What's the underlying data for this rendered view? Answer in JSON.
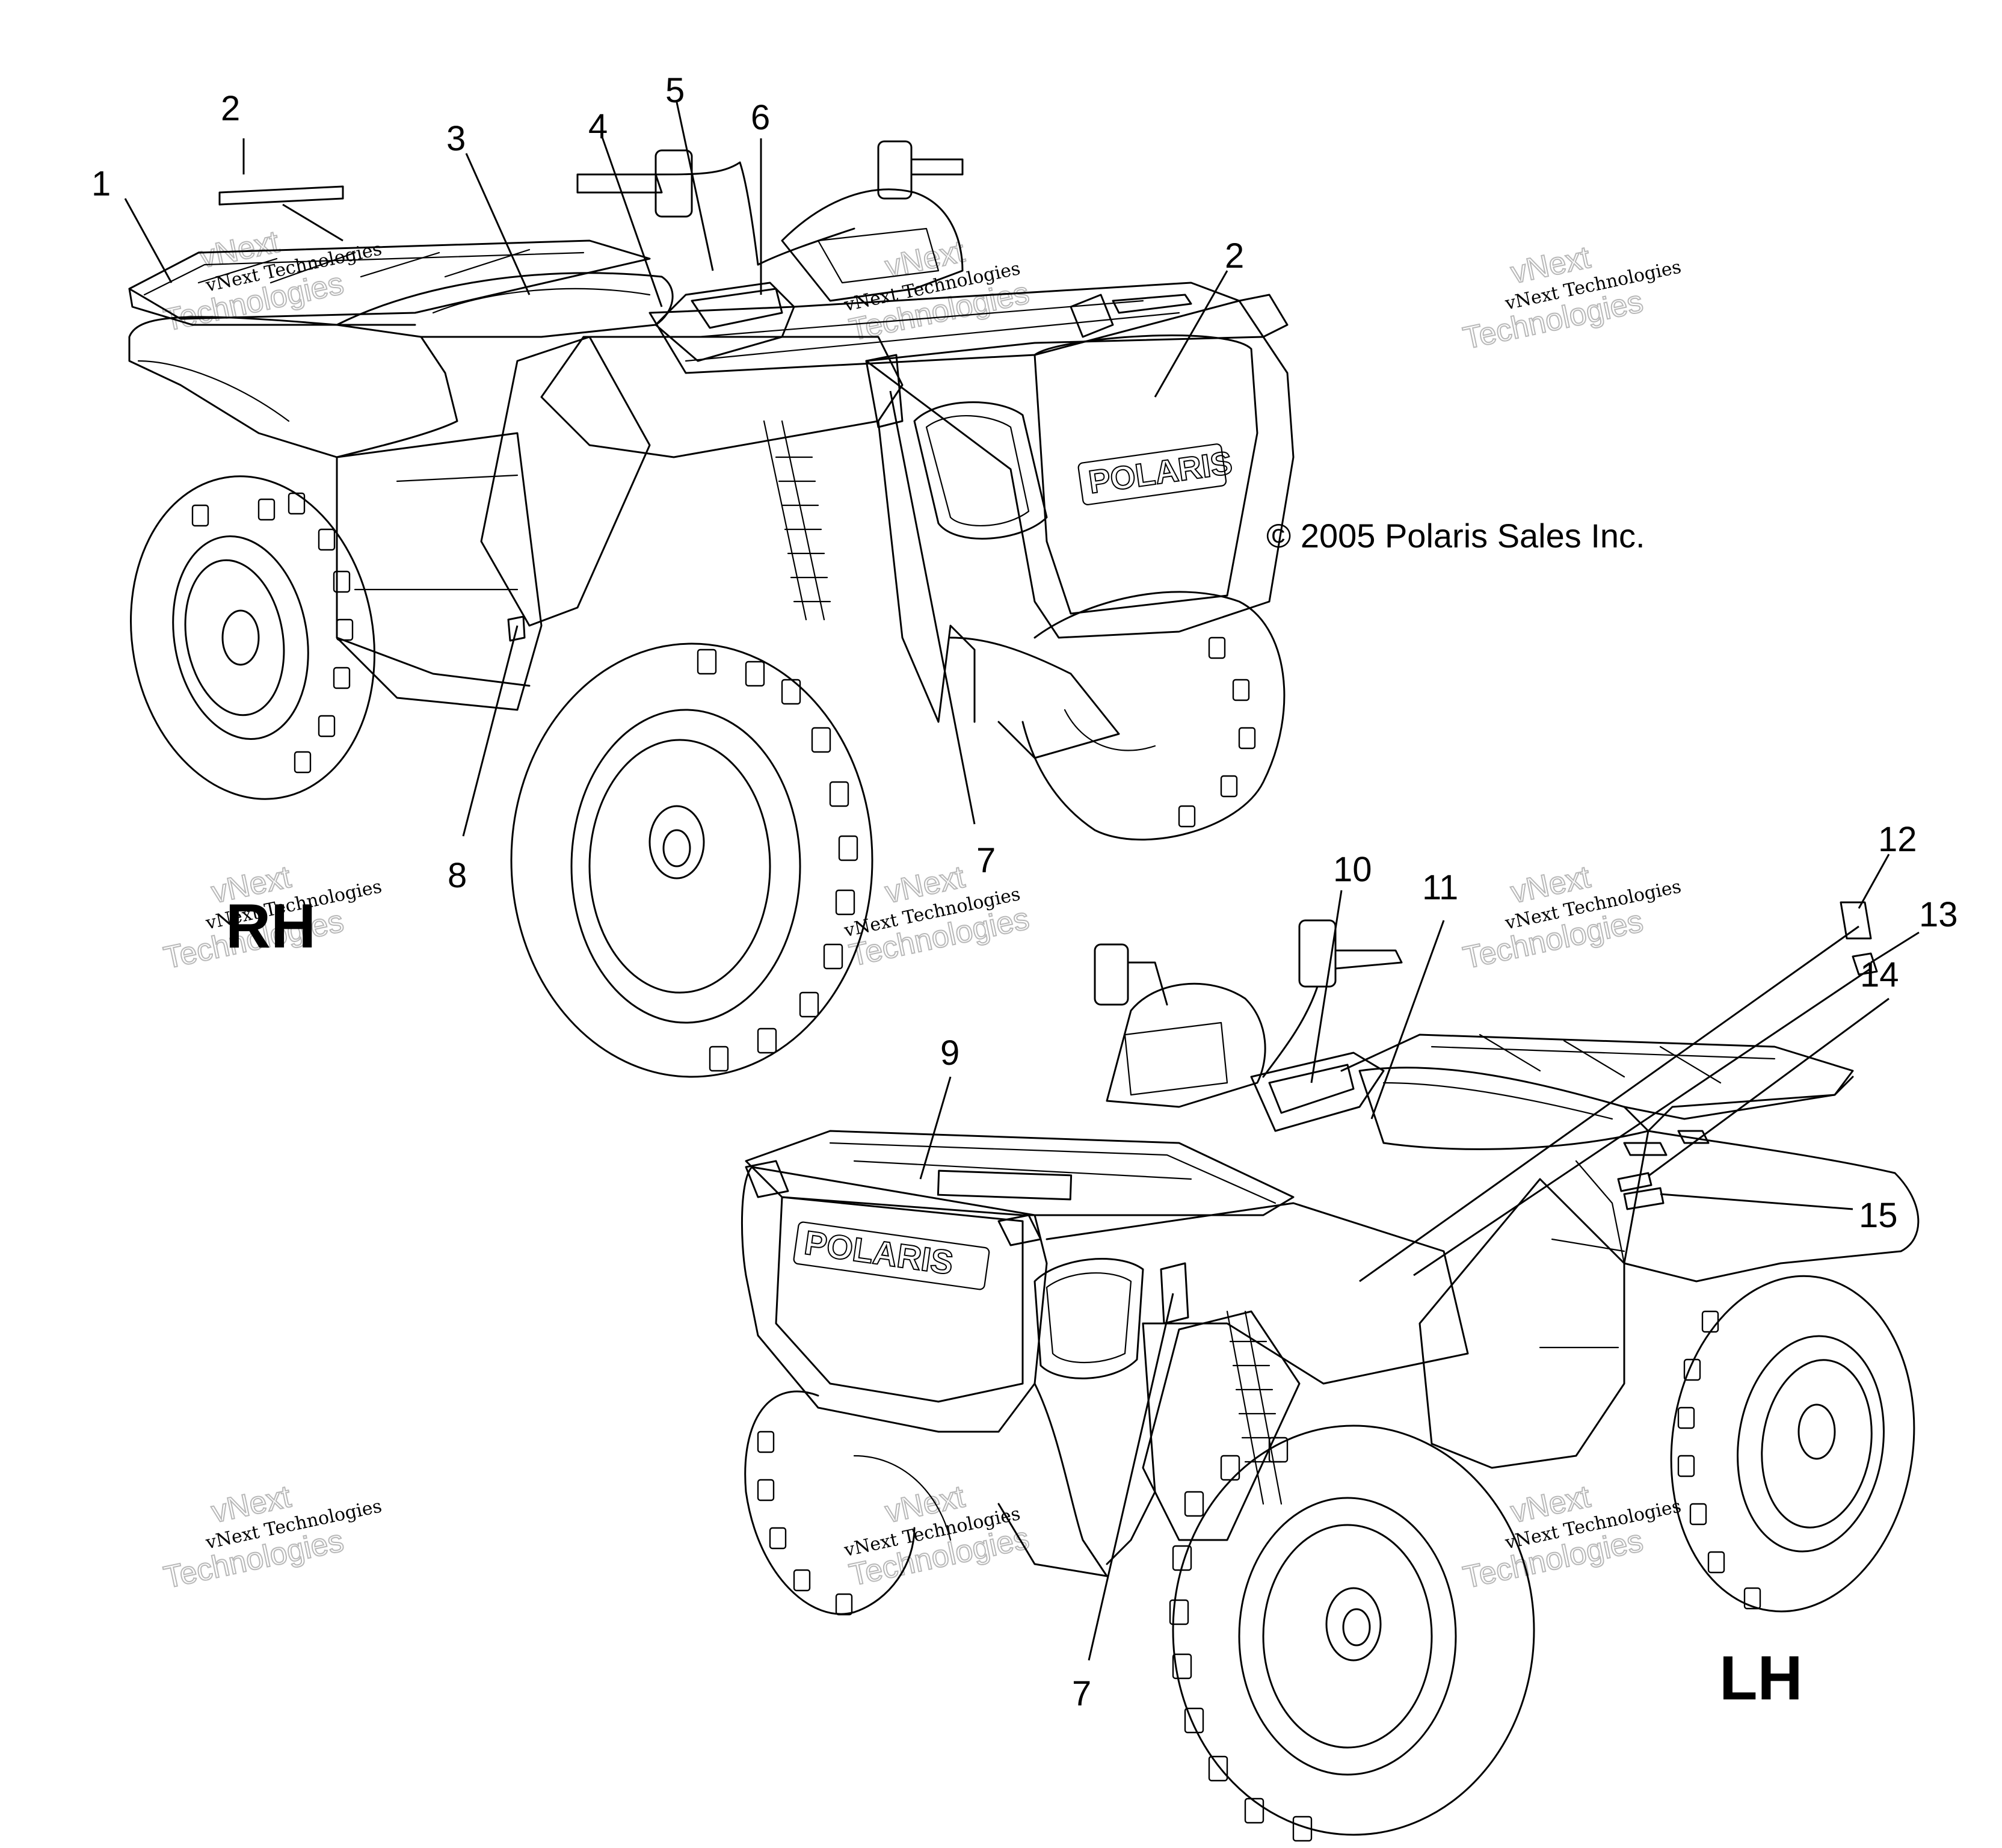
{
  "callouts": {
    "rh": [
      "1",
      "2",
      "3",
      "4",
      "5",
      "6",
      "2",
      "8",
      "7"
    ],
    "lh": [
      "9",
      "10",
      "11",
      "12",
      "13",
      "14",
      "15",
      "7"
    ]
  },
  "views": {
    "rh_label": "RH",
    "lh_label": "LH"
  },
  "copyright": "© 2005 Polaris Sales Inc.",
  "brand": "POLARIS",
  "watermark": {
    "line1": "vNext",
    "line2": "vNext Technologies",
    "line3": "Technologies"
  }
}
